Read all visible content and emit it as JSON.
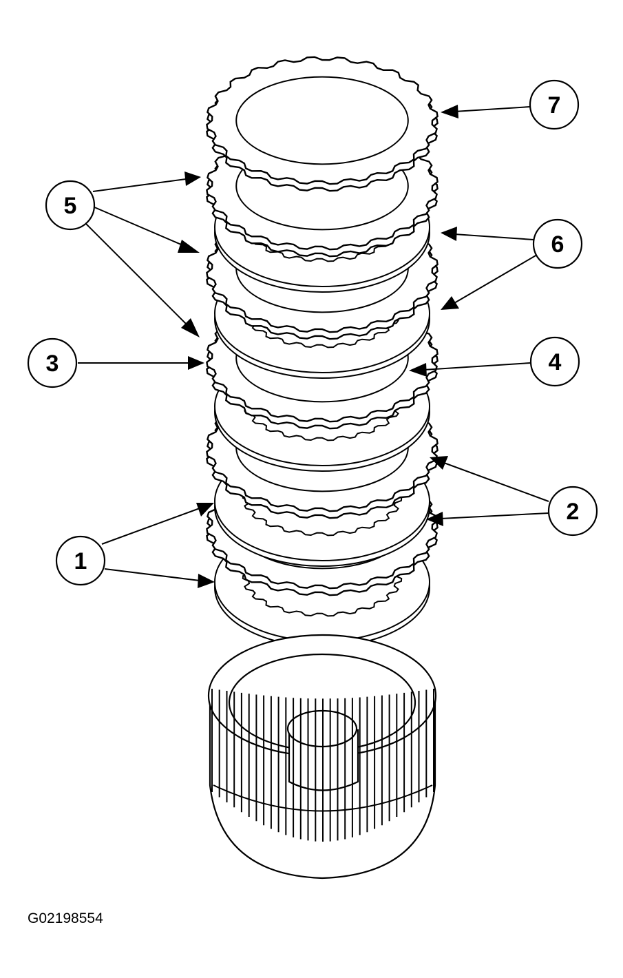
{
  "figure": {
    "id": "G02198554"
  },
  "callouts": [
    {
      "number": "1"
    },
    {
      "number": "2"
    },
    {
      "number": "3"
    },
    {
      "number": "4"
    },
    {
      "number": "5"
    },
    {
      "number": "6"
    },
    {
      "number": "7"
    }
  ]
}
